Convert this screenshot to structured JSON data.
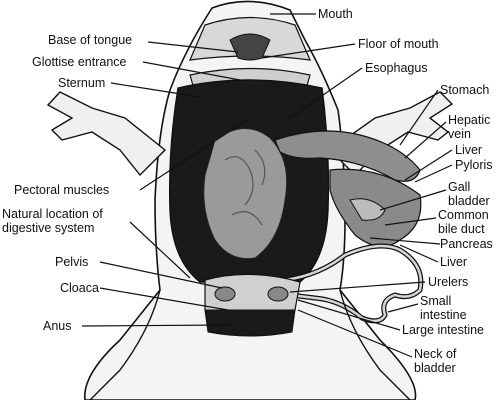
{
  "diagram": {
    "labels": {
      "mouth": "Mouth",
      "base_of_tongue": "Base of tongue",
      "floor_of_mouth": "Floor of mouth",
      "glottise_entrance": "Glottise entrance",
      "esophagus": "Esophagus",
      "sternum": "Sternum",
      "stomach": "Stomach",
      "hepatic_vein": "Hepatic\nvein",
      "liver_upper": "Liver",
      "pyloris": "Pyloris",
      "gall_bladder": "Gall\nbladder",
      "pectoral_muscles": "Pectoral muscles",
      "natural_location": "Natural location of\ndigestive system",
      "common_bile_duct": "Common\nbile duct",
      "pancreas": "Pancreas",
      "liver_lower": "Liver",
      "pelvis": "Pelvis",
      "urelers": "Urelers",
      "cloaca": "Cloaca",
      "small_intestine": "Small\nintestine",
      "anus": "Anus",
      "large_intestine": "Large intestine",
      "neck_of_bladder": "Neck of\nbladder"
    },
    "colors": {
      "line": "#111111",
      "body_cavity": "#1a1a1a",
      "organ": "#9a9a9a",
      "skin": "#f4f4f4"
    }
  }
}
